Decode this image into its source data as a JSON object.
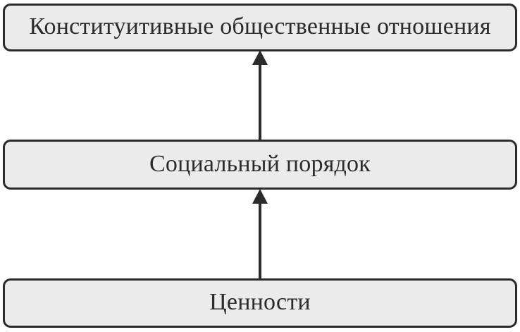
{
  "diagram": {
    "type": "vertical-flow",
    "boxes": [
      {
        "id": "constitutive-relations",
        "label": "Конституитивные общественные отношения",
        "level": 1
      },
      {
        "id": "social-order",
        "label": "Социальный порядок",
        "level": 2
      },
      {
        "id": "values",
        "label": "Ценности",
        "level": 3
      }
    ],
    "arrows": [
      {
        "from": "social-order",
        "to": "constitutive-relations",
        "direction": "up"
      },
      {
        "from": "values",
        "to": "social-order",
        "direction": "up"
      }
    ],
    "colors": {
      "background": "#ffffff",
      "box_fill": "#ebebeb",
      "box_border": "#2b2b2b",
      "arrow": "#2b2b2b",
      "text": "#2b2b2b"
    }
  }
}
